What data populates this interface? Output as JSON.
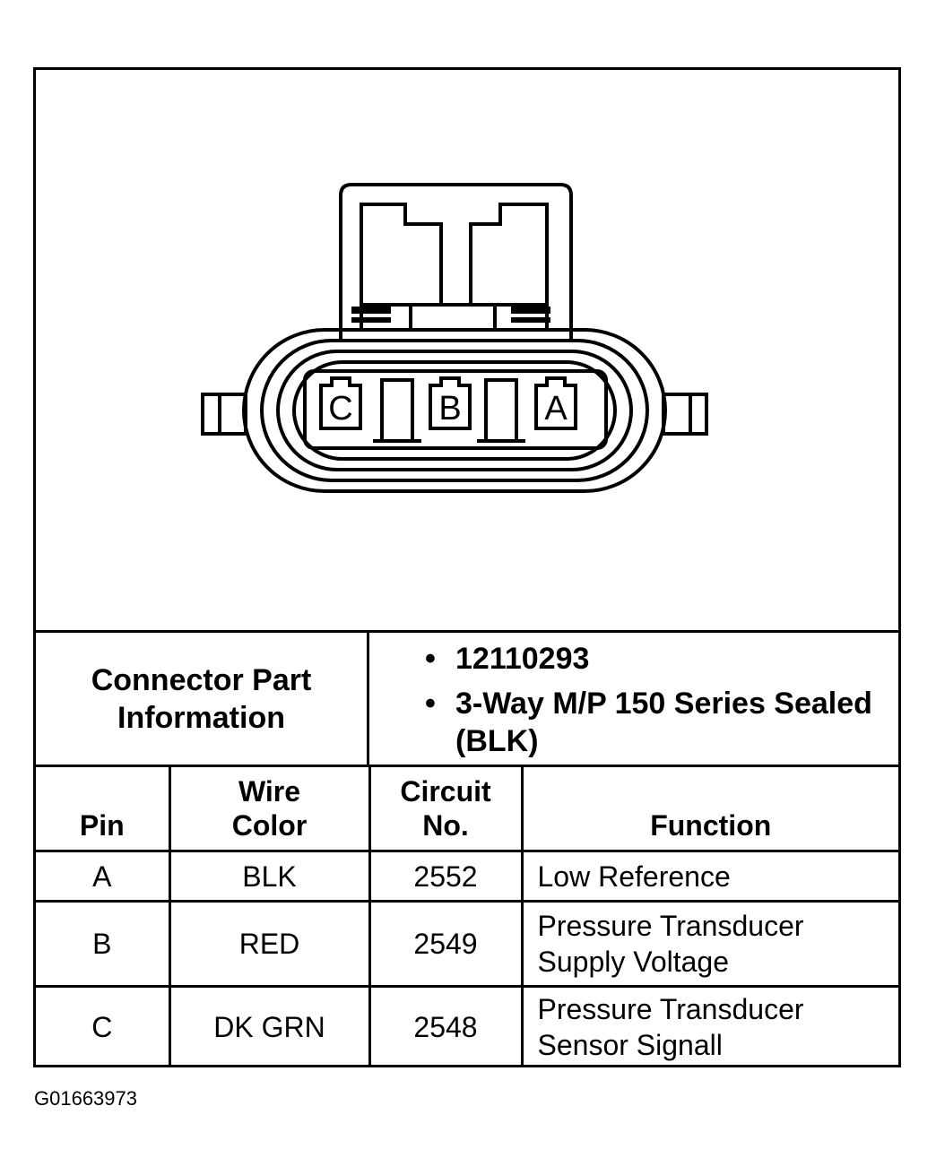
{
  "connector": {
    "pins": [
      "C",
      "B",
      "A"
    ]
  },
  "part_info": {
    "label": "Connector Part\nInformation",
    "items": [
      "12110293",
      "3-Way M/P 150 Series Sealed (BLK)"
    ],
    "bullet": "•"
  },
  "pin_table": {
    "headers": {
      "pin": "Pin",
      "wire_color": "Wire\nColor",
      "circuit_no": "Circuit\nNo.",
      "function": "Function"
    },
    "rows": [
      {
        "pin": "A",
        "wire_color": "BLK",
        "circuit_no": "2552",
        "function": "Low Reference"
      },
      {
        "pin": "B",
        "wire_color": "RED",
        "circuit_no": "2549",
        "function": "Pressure Transducer\nSupply Voltage"
      },
      {
        "pin": "C",
        "wire_color": "DK GRN",
        "circuit_no": "2548",
        "function": "Pressure Transducer\nSensor Signall"
      }
    ]
  },
  "figure_id": "G01663973"
}
